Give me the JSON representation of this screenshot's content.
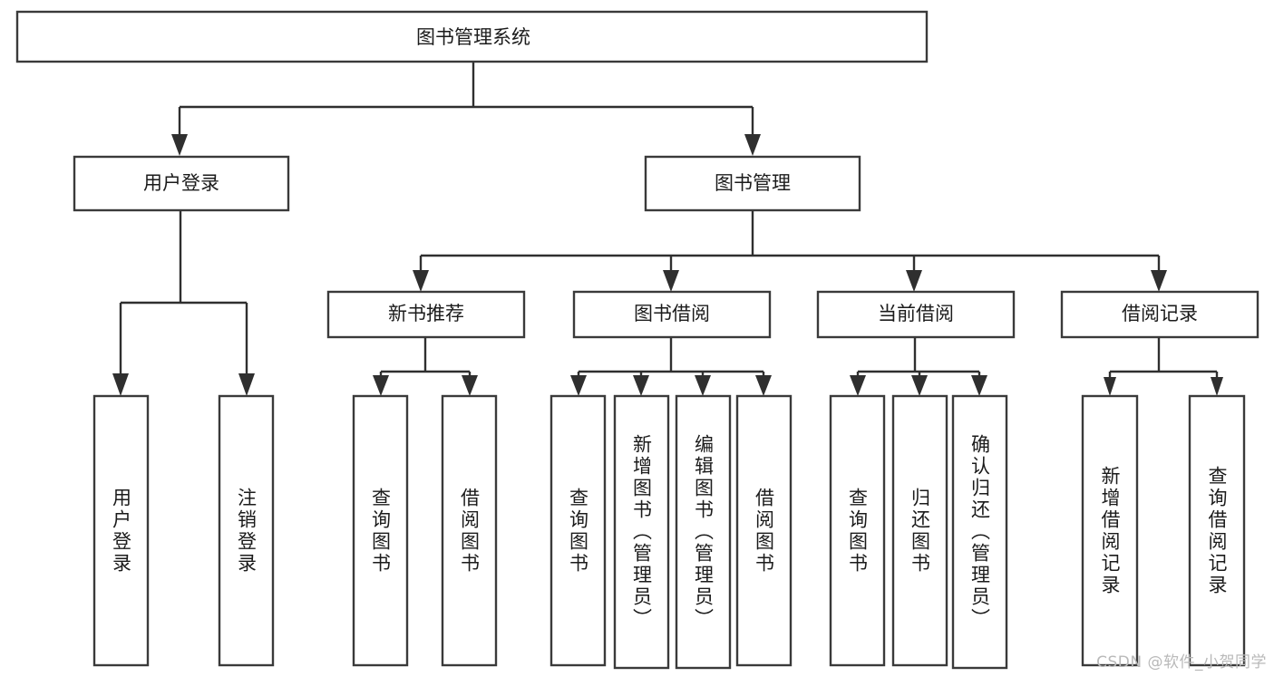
{
  "diagram": {
    "title": "图书管理系统",
    "type": "tree",
    "orientation": "top-down",
    "colors": {
      "box_stroke": "#3a3a3a",
      "connector": "#2f2f2f",
      "box_fill": "#ffffff",
      "text": "#1b1b1b",
      "watermark": "#b9b9b9",
      "background": "#ffffff"
    },
    "root": {
      "label": "图书管理系统"
    },
    "level2": [
      {
        "id": "user-login",
        "label": "用户登录"
      },
      {
        "id": "book-management",
        "label": "图书管理"
      }
    ],
    "level3": [
      {
        "id": "new-book-recommend",
        "label": "新书推荐"
      },
      {
        "id": "book-borrow",
        "label": "图书借阅"
      },
      {
        "id": "current-borrow",
        "label": "当前借阅"
      },
      {
        "id": "borrow-record",
        "label": "借阅记录"
      }
    ],
    "leaves": {
      "user-login": [
        {
          "id": "leaf-user-login",
          "label": "用户登录"
        },
        {
          "id": "leaf-logout-login",
          "label": "注销登录"
        }
      ],
      "new-book-recommend": [
        {
          "id": "leaf-query-book-1",
          "label": "查询图书"
        },
        {
          "id": "leaf-borrow-book-1",
          "label": "借阅图书"
        }
      ],
      "book-borrow": [
        {
          "id": "leaf-query-book-2",
          "label": "查询图书"
        },
        {
          "id": "leaf-add-book",
          "label": "新增图书（管理员）"
        },
        {
          "id": "leaf-edit-book",
          "label": "编辑图书（管理员）"
        },
        {
          "id": "leaf-borrow-book-2",
          "label": "借阅图书"
        }
      ],
      "current-borrow": [
        {
          "id": "leaf-query-book-3",
          "label": "查询图书"
        },
        {
          "id": "leaf-return-book",
          "label": "归还图书"
        },
        {
          "id": "leaf-confirm-return",
          "label": "确认归还（管理员）"
        }
      ],
      "borrow-record": [
        {
          "id": "leaf-add-record",
          "label": "新增借阅记录"
        },
        {
          "id": "leaf-query-record",
          "label": "查询借阅记录"
        }
      ]
    }
  },
  "watermark": {
    "text": "CSDN @软件_小贺同学"
  }
}
